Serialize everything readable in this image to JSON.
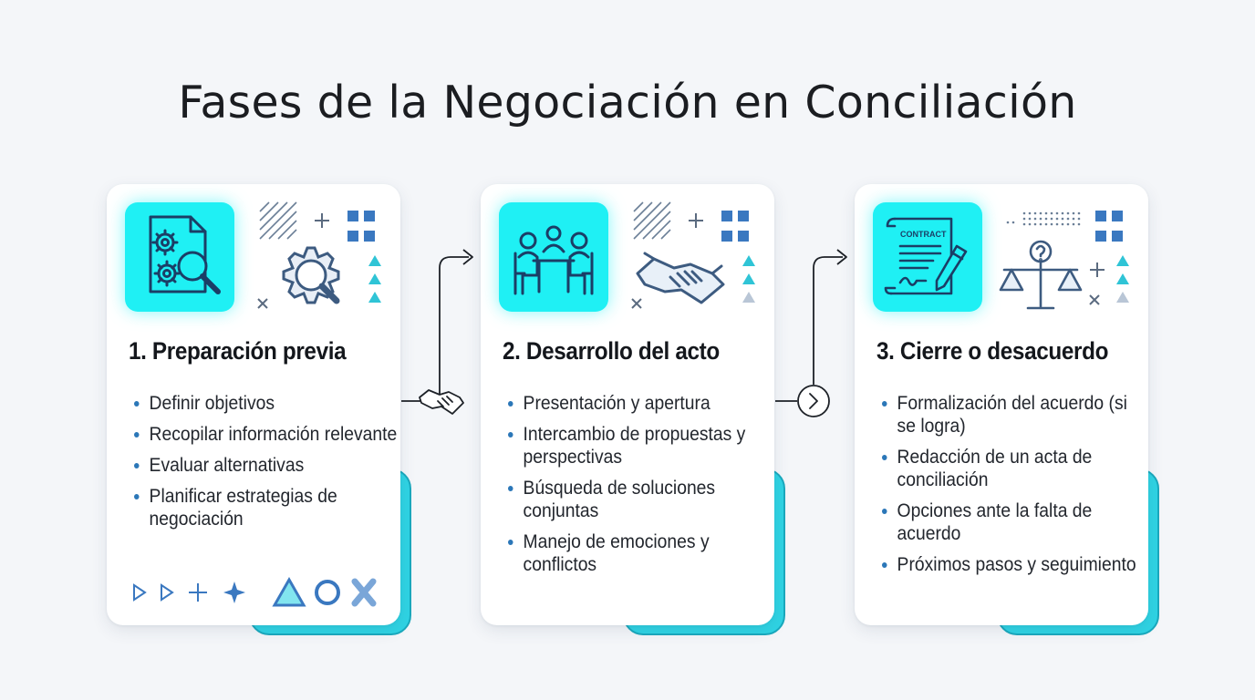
{
  "title": "Fases de la Negociación en Conciliación",
  "colors": {
    "accent_cyan": "#1ff0f4",
    "tab_cyan": "#2fd4e4",
    "icon_stroke": "#1b3e66",
    "deco_blue": "#3a78c0",
    "deco_teal": "#2fc4d6"
  },
  "phases": [
    {
      "title": "1. Preparación previa",
      "icon": "document-gears-magnifier-icon",
      "deco_icon": "gear-magnifier-icon",
      "items": [
        "Definir objetivos",
        "Recopilar información relevante",
        "Evaluar alternativas",
        "Planificar estrategias de negociación"
      ]
    },
    {
      "title": "2. Desarrollo del acto",
      "icon": "meeting-table-icon",
      "deco_icon": "handshake-icon",
      "items": [
        "Presentación y apertura",
        "Intercambio de propuestas y perspectivas",
        "Búsqueda de soluciones conjuntas",
        "Manejo de emociones y conflictos"
      ]
    },
    {
      "title": "3. Cierre o desacuerdo",
      "icon": "contract-pen-icon",
      "contract_label": "CONTRACT",
      "deco_icon": "scales-question-icon",
      "items": [
        "Formalización del acuerdo (si se logra)",
        "Redacción de un acta de conciliación",
        "Opciones ante la falta de acuerdo",
        "Próximos pasos y seguimiento"
      ]
    }
  ],
  "connectors": [
    {
      "icon": "handshake-icon"
    },
    {
      "icon": "chevron-right-circle-icon"
    }
  ]
}
